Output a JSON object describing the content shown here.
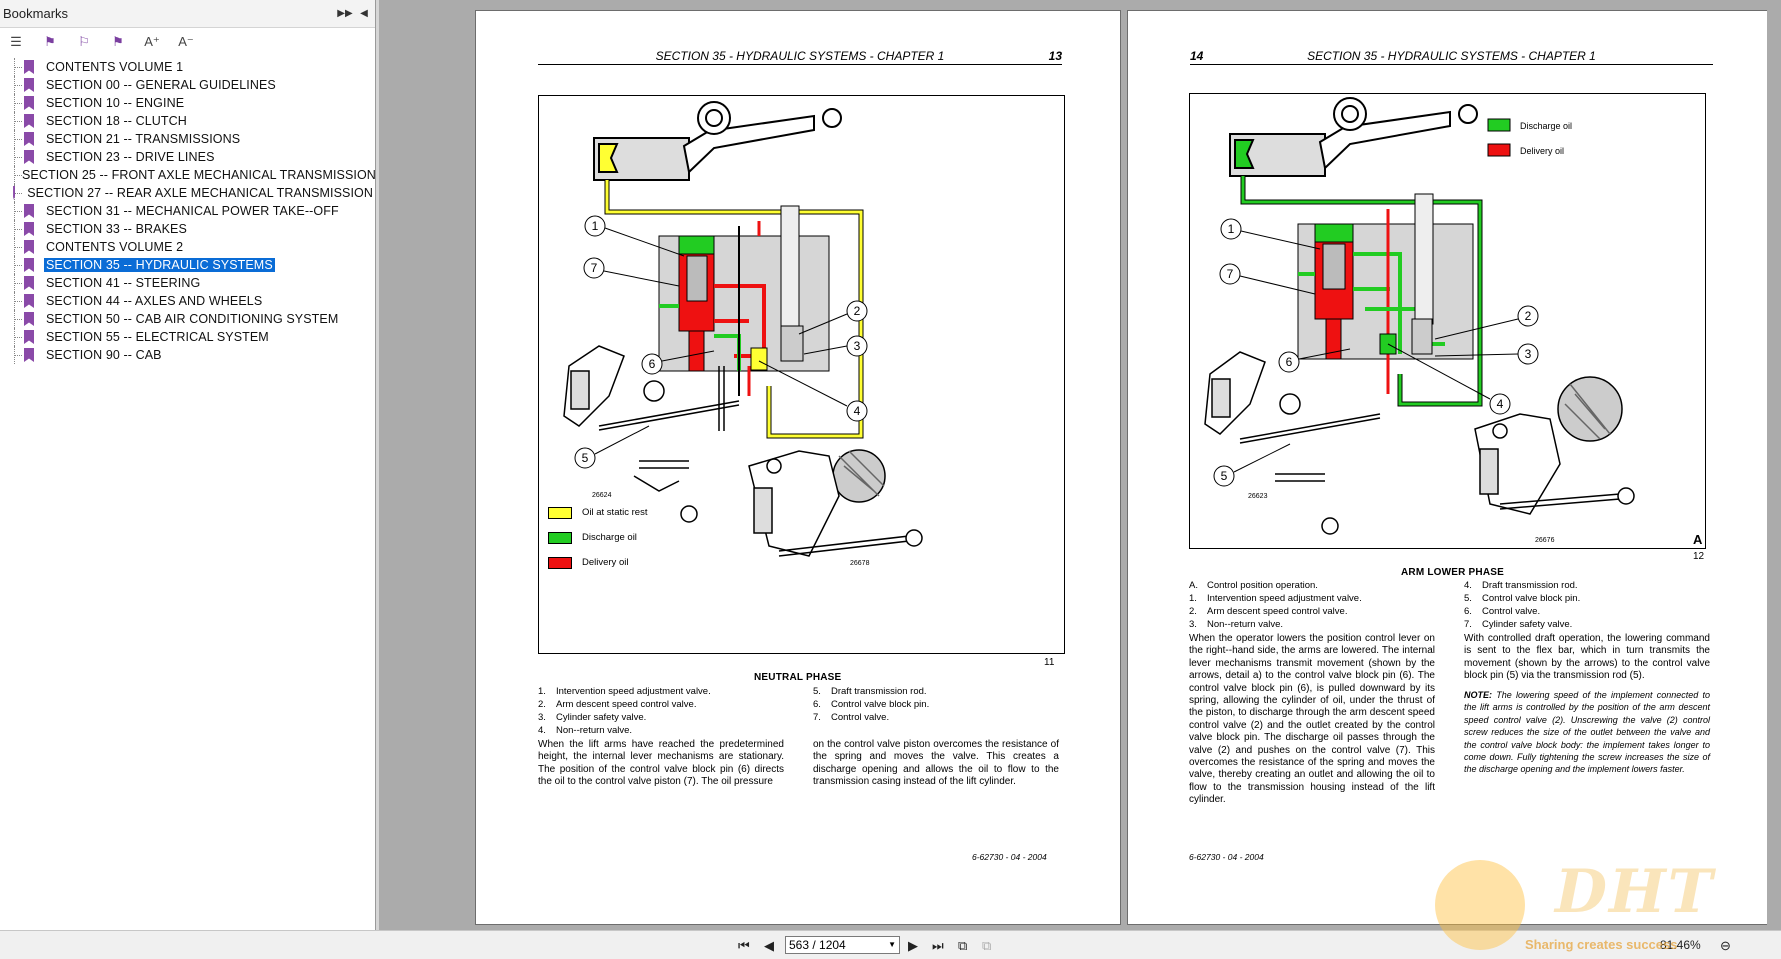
{
  "bookmarks": {
    "title": "Bookmarks",
    "items": [
      {
        "label": "CONTENTS VOLUME 1"
      },
      {
        "label": "SECTION 00 -- GENERAL GUIDELINES"
      },
      {
        "label": "SECTION 10 -- ENGINE"
      },
      {
        "label": "SECTION 18 -- CLUTCH"
      },
      {
        "label": "SECTION 21 -- TRANSMISSIONS"
      },
      {
        "label": "SECTION 23 -- DRIVE LINES"
      },
      {
        "label": "SECTION 25 -- FRONT AXLE MECHANICAL TRANSMISSION"
      },
      {
        "label": "SECTION 27 -- REAR AXLE MECHANICAL TRANSMISSION"
      },
      {
        "label": "SECTION 31 -- MECHANICAL POWER TAKE--OFF"
      },
      {
        "label": "SECTION 33 -- BRAKES"
      },
      {
        "label": "CONTENTS VOLUME 2"
      },
      {
        "label": "SECTION 35 -- HYDRAULIC SYSTEMS",
        "selected": true
      },
      {
        "label": "SECTION 41 -- STEERING"
      },
      {
        "label": "SECTION 44 -- AXLES AND WHEELS"
      },
      {
        "label": "SECTION 50 -- CAB AIR CONDITIONING SYSTEM"
      },
      {
        "label": "SECTION 55 -- ELECTRICAL SYSTEM"
      },
      {
        "label": "SECTION 90 -- CAB"
      }
    ]
  },
  "colors": {
    "static": "#ffff33",
    "discharge": "#22cc22",
    "delivery": "#ee1111",
    "selected": "#0a6cd6"
  },
  "page1": {
    "header": "SECTION 35 - HYDRAULIC SYSTEMS - CHAPTER 1",
    "number": "13",
    "fig_code1": "26624",
    "fig_code2": "26678",
    "fig_num": "11",
    "legend": {
      "static": "Oil at static rest",
      "discharge": "Discharge oil",
      "delivery": "Delivery oil"
    },
    "caption": "NEUTRAL PHASE",
    "list_left": [
      {
        "n": "1.",
        "t": "Intervention speed adjustment valve."
      },
      {
        "n": "2.",
        "t": "Arm descent speed control valve."
      },
      {
        "n": "3.",
        "t": "Cylinder safety valve."
      },
      {
        "n": "4.",
        "t": "Non--return valve."
      }
    ],
    "list_right": [
      {
        "n": "5.",
        "t": "Draft transmission rod."
      },
      {
        "n": "6.",
        "t": "Control valve block pin."
      },
      {
        "n": "7.",
        "t": "Control valve."
      }
    ],
    "text_left": "When the lift arms have reached the predetermined height, the internal lever mechanisms are stationary. The position of the control valve block pin (6) directs the oil to the control valve piston (7). The oil pressure",
    "text_right": "on the control valve piston overcomes the resistance of the spring and moves the valve. This creates a discharge opening and allows the oil to flow to the transmission casing instead of the lift cylinder.",
    "footer": "6-62730 - 04 - 2004"
  },
  "page2": {
    "header": "SECTION 35 - HYDRAULIC SYSTEMS - CHAPTER 1",
    "number": "14",
    "fig_code1": "26623",
    "fig_code2": "26676",
    "fig_num": "12",
    "detail": "A",
    "legend": {
      "discharge": "Discharge oil",
      "delivery": "Delivery oil"
    },
    "caption": "ARM LOWER PHASE",
    "list_left": [
      {
        "n": "A.",
        "t": "Control position operation."
      },
      {
        "n": "1.",
        "t": "Intervention speed adjustment valve."
      },
      {
        "n": "2.",
        "t": "Arm descent speed control valve."
      },
      {
        "n": "3.",
        "t": "Non--return valve."
      }
    ],
    "list_right": [
      {
        "n": "4.",
        "t": "Draft transmission rod."
      },
      {
        "n": "5.",
        "t": "Control valve block pin."
      },
      {
        "n": "6.",
        "t": "Control valve."
      },
      {
        "n": "7.",
        "t": "Cylinder safety valve."
      }
    ],
    "text_left": "When the operator lowers the position control lever on the right--hand side, the arms are lowered. The internal lever mechanisms transmit movement (shown by the arrows, detail a) to the control valve block pin (6). The control valve block pin (6), is pulled downward by its spring, allowing the cylinder of oil, under the thrust of the piston, to discharge through the arm descent speed control valve (2) and the outlet created by the control valve block pin. The discharge oil passes through the valve (2) and pushes on the control valve (7). This overcomes the resistance of the spring and moves the valve, thereby creating an outlet and allowing the oil to flow to the transmission housing instead of the lift cylinder.",
    "text_right": "With controlled draft operation, the lowering command is sent to the flex bar, which in turn transmits the movement (shown by the arrows) to the control valve block pin (5) via the transmission rod (5).",
    "note_label": "NOTE:",
    "note": "The lowering speed of the implement connected to the lift arms is controlled by the position of the arm descent speed control valve (2). Unscrewing the valve (2) control screw reduces the size of the outlet between the valve and the control valve block body: the implement takes longer to come down. Fully tightening the screw increases the size of the discharge opening and the implement lowers faster.",
    "footer": "6-62730 - 04 - 2004"
  },
  "status": {
    "page_field": "563 / 1204",
    "zoom": "81.46%"
  },
  "watermark": {
    "text": "DHT",
    "sub": "Sharing creates success"
  }
}
